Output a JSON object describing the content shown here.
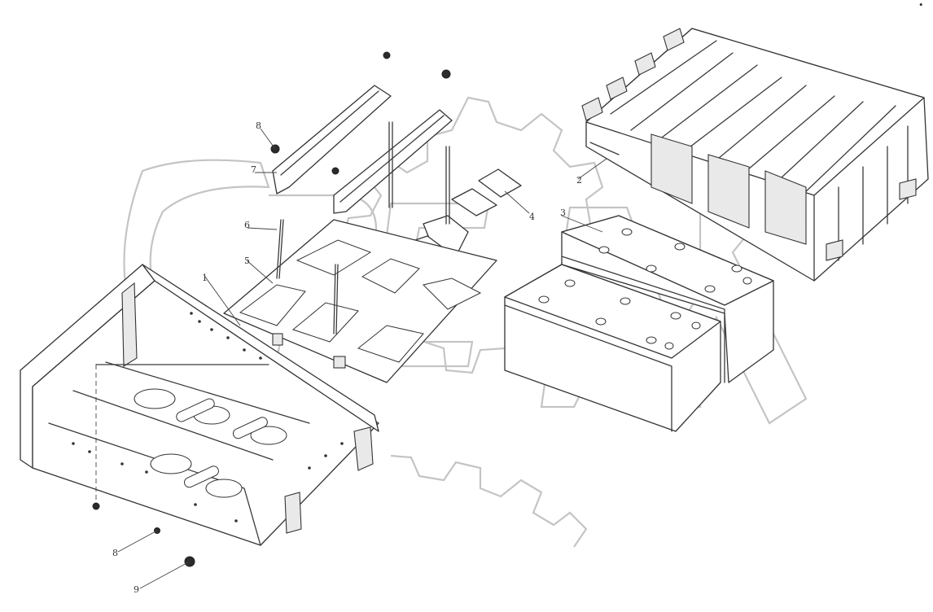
{
  "diagram": {
    "corner_mark": "•",
    "callouts": [
      {
        "id": "c1",
        "label": "1"
      },
      {
        "id": "c2",
        "label": "2"
      },
      {
        "id": "c3",
        "label": "3"
      },
      {
        "id": "c4",
        "label": "4"
      },
      {
        "id": "c5",
        "label": "5"
      },
      {
        "id": "c6",
        "label": "6"
      },
      {
        "id": "c7",
        "label": "7"
      },
      {
        "id": "c8a",
        "label": "8"
      },
      {
        "id": "c8b",
        "label": "8"
      },
      {
        "id": "c9",
        "label": "9"
      }
    ]
  }
}
